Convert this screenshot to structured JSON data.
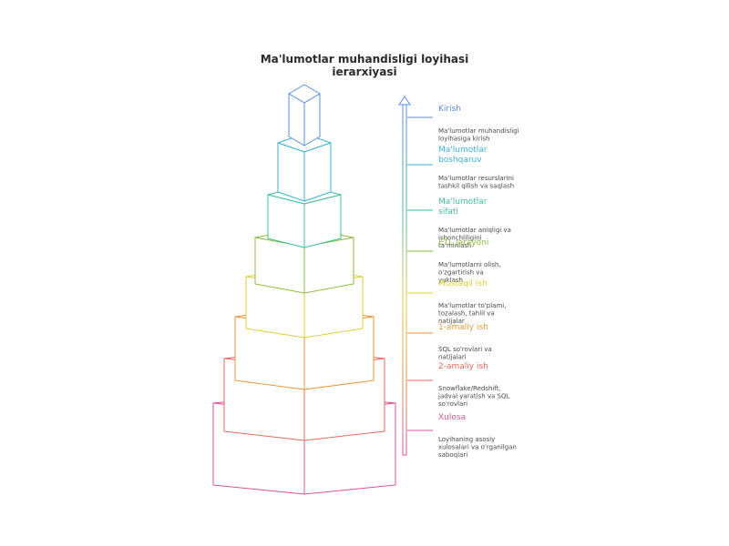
{
  "title": "Ma'lumotlar muhandisligi loyihasi ierarxiyasi",
  "title_lines": [
    "Ma'lumotlar muhandisligi loyihasi",
    "ierarxiyasi"
  ],
  "levels": [
    {
      "label": [
        "Kirish"
      ],
      "desc": [
        "Ma'lumotlar muhandisligi",
        "loyihasiga kirish"
      ],
      "color": "#5b8fd9"
    },
    {
      "label": [
        "Ma'lumotlar",
        "boshqaruv"
      ],
      "desc": [
        "Ma'lumotlar resurslarini",
        "tashkil qilish va saqlash"
      ],
      "color": "#3fb0d8"
    },
    {
      "label": [
        "Ma'lumotlar",
        "sifati"
      ],
      "desc": [
        "Ma'lumotlar aniqligi va",
        "ishonchliligini",
        "ta'minlash"
      ],
      "color": "#3fbf9f"
    },
    {
      "label": [
        "ETL jarayoni"
      ],
      "desc": [
        "Ma'lumotlarni olish,",
        "o'zgartirish va",
        "yuklash"
      ],
      "color": "#8cbf3f"
    },
    {
      "label": [
        "Mustaqil ish"
      ],
      "desc": [
        "Ma'lumotlar to'plami,",
        "tozalash, tahlil va",
        "natijalar"
      ],
      "color": "#e0cf3a"
    },
    {
      "label": [
        "1-amaliy ish"
      ],
      "desc": [
        "SQL so'rovlari va",
        "natijalari"
      ],
      "color": "#e69a3a"
    },
    {
      "label": [
        "2-amaliy ish"
      ],
      "desc": [
        "Snowflake/Redshift,",
        "jadval yaratish va SQL",
        "so'rovlari"
      ],
      "color": "#e86a5e"
    },
    {
      "label": [
        "Xulosa"
      ],
      "desc": [
        "Loyihaning asosiy",
        "xulosalari va o'rganilgan",
        "saboqlari"
      ],
      "color": "#e0529a"
    }
  ]
}
